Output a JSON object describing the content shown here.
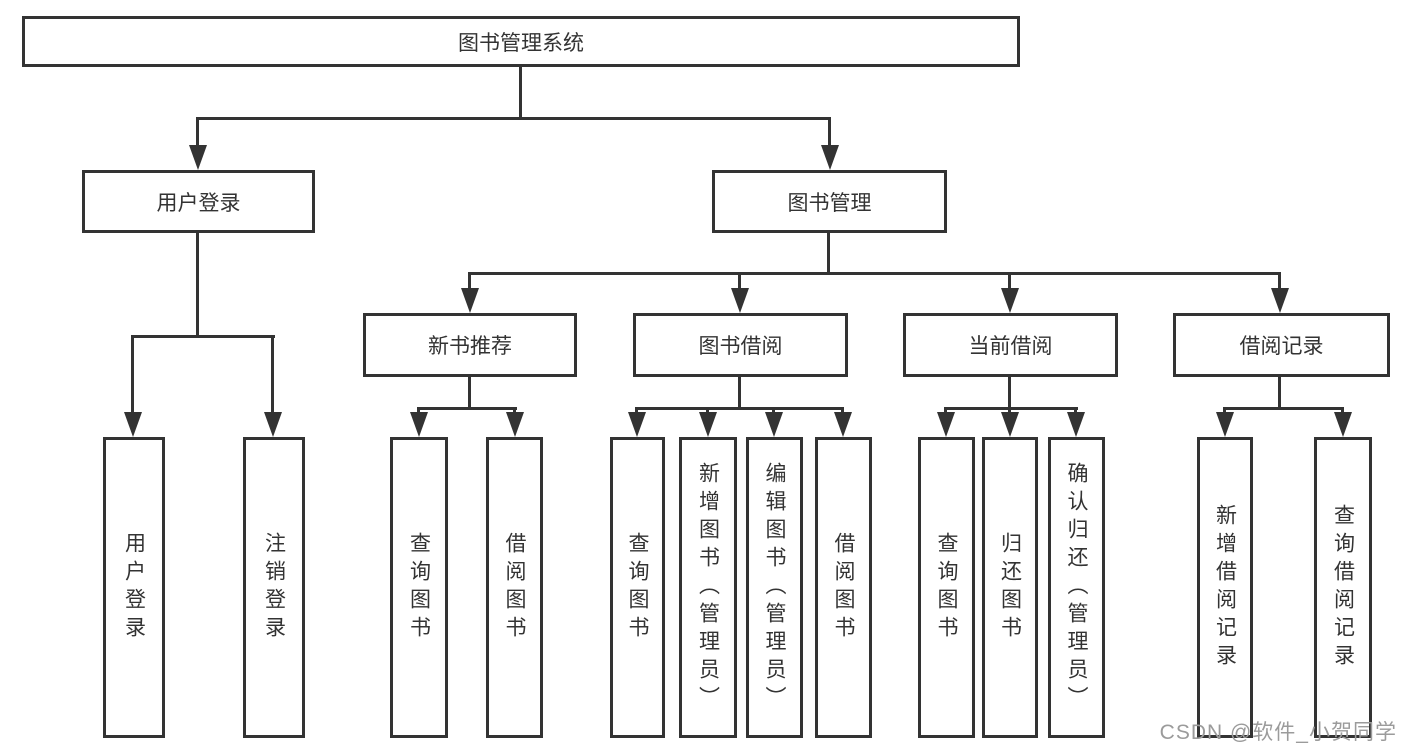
{
  "diagram": {
    "root": {
      "label": "图书管理系统"
    },
    "branches": [
      {
        "label": "用户登录",
        "children": [
          {
            "label": "用户登录"
          },
          {
            "label": "注销登录"
          }
        ]
      },
      {
        "label": "图书管理",
        "children": [
          {
            "label": "新书推荐",
            "children": [
              {
                "label": "查询图书"
              },
              {
                "label": "借阅图书"
              }
            ]
          },
          {
            "label": "图书借阅",
            "children": [
              {
                "label": "查询图书"
              },
              {
                "label": "新增图书（管理员）"
              },
              {
                "label": "编辑图书（管理员）"
              },
              {
                "label": "借阅图书"
              }
            ]
          },
          {
            "label": "当前借阅",
            "children": [
              {
                "label": "查询图书"
              },
              {
                "label": "归还图书"
              },
              {
                "label": "确认归还（管理员）"
              }
            ]
          },
          {
            "label": "借阅记录",
            "children": [
              {
                "label": "新增借阅记录"
              },
              {
                "label": "查询借阅记录"
              }
            ]
          }
        ]
      }
    ],
    "watermark": "CSDN @软件_小贺同学",
    "colors": {
      "line": "#333333",
      "text": "#333333",
      "watermark": "#9b9b9b",
      "background": "#ffffff"
    }
  }
}
